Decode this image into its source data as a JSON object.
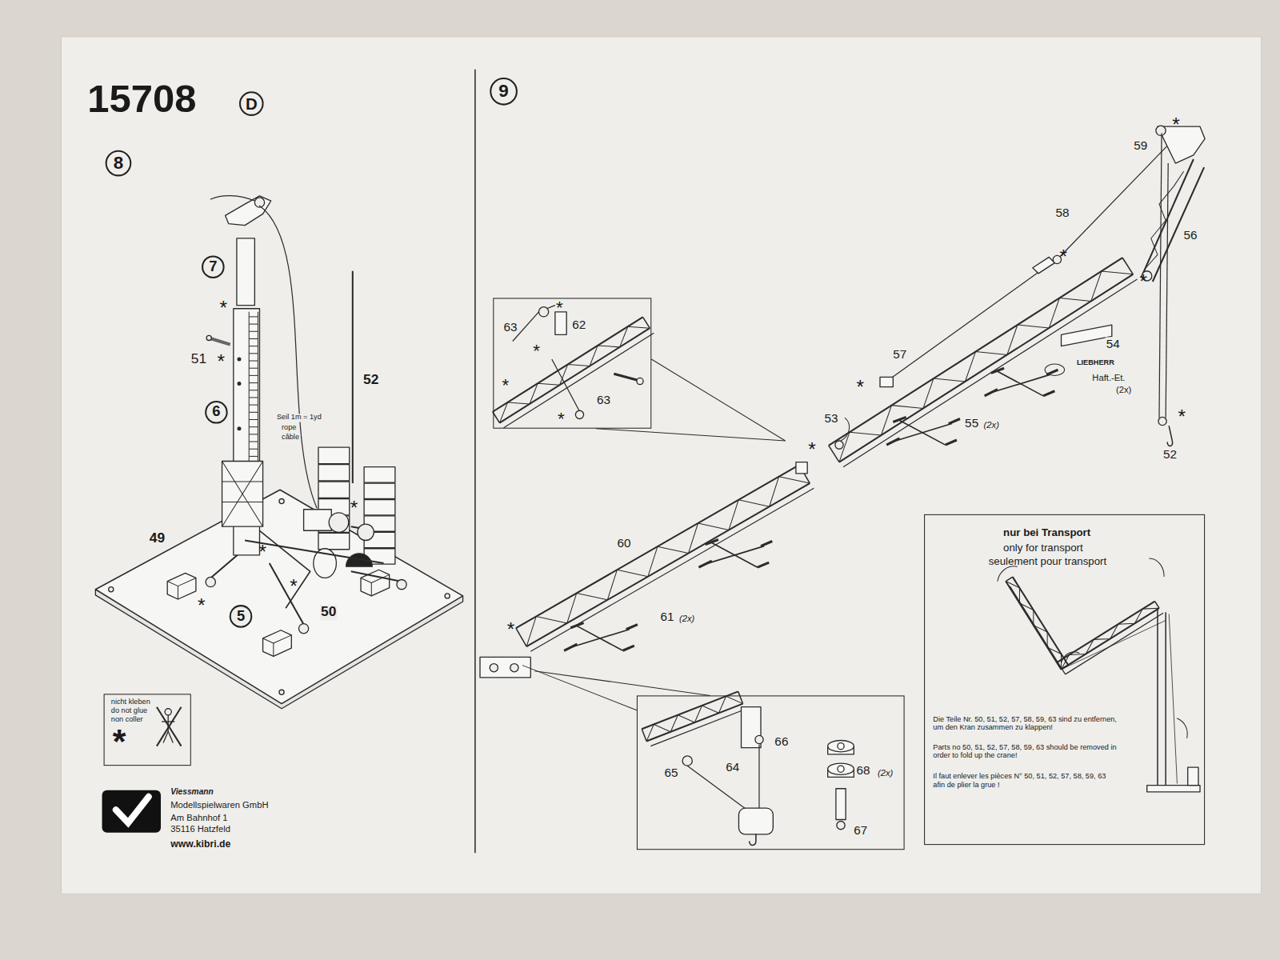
{
  "diagram": {
    "title": "15708",
    "nodes": [
      {
        "text": [
          "D"
        ]
      },
      {
        "text": [
          "8"
        ]
      },
      {
        "text": [
          "9"
        ]
      },
      {
        "text": [
          "7"
        ]
      },
      {
        "text": [
          "6"
        ]
      },
      {
        "text": [
          "5"
        ]
      },
      {
        "text": [
          "63",
          "62",
          "63",
          "*",
          "*",
          "*",
          "*"
        ]
      },
      {
        "text": [
          "nicht kleben",
          "do not glue",
          "non coller",
          "*"
        ]
      },
      {
        "text": [
          "65",
          "64",
          "66",
          "68",
          "(2x)",
          "67"
        ]
      },
      {
        "text": [
          "nur bei Transport",
          "only for transport",
          "seulement pour transport",
          "Die Teile Nr. 50, 51, 52, 57, 58, 59, 63 sind zu entfernen, um den Kran zusammen zu klappen!",
          "Parts no 50, 51, 52, 57, 58, 59, 63 should be removed in order to fold up the crane!",
          "Il faut enlever les pièces N° 50, 51, 52, 57, 58, 59, 63 afin de plier la grue !"
        ]
      }
    ],
    "labels": [
      "51",
      "*",
      "*",
      "52",
      "Seil 1m = 1yd",
      "rope",
      "câble",
      "*",
      "*",
      "49",
      "*",
      "*",
      "50",
      "Viessmann",
      "Modellspielwaren GmbH",
      "Am Bahnhof 1",
      "35116 Hatzfeld",
      "www.kibri.de",
      "*",
      "59",
      "58",
      "56",
      "*",
      "*",
      "57",
      "54",
      "LIEBHERR",
      "Haft.-Et.",
      "(2x)",
      "*",
      "53",
      "*",
      "55",
      "(2x)",
      "*",
      "52",
      "60",
      "61",
      "(2x)",
      "*"
    ]
  }
}
